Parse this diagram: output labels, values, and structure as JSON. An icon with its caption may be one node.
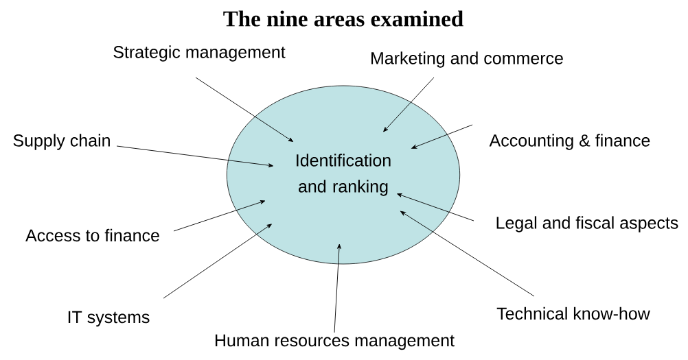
{
  "diagram": {
    "title": "The nine areas examined",
    "nodes": [
      {
        "text": [
          "Identification and ranking"
        ]
      },
      {
        "text": [
          "Strategic management"
        ]
      },
      {
        "text": [
          "Marketing and commerce"
        ]
      },
      {
        "text": [
          "Supply chain"
        ]
      },
      {
        "text": [
          "Accounting & finance"
        ]
      },
      {
        "text": [
          "Access to finance"
        ]
      },
      {
        "text": [
          "Legal and fiscal aspects"
        ]
      },
      {
        "text": [
          "IT systems"
        ]
      },
      {
        "text": [
          "Technical know-how"
        ]
      },
      {
        "text": [
          "Human resources management"
        ]
      }
    ],
    "edges": [
      {
        "from": 1,
        "to": 0,
        "arrow": "to"
      },
      {
        "from": 2,
        "to": 0,
        "arrow": "to"
      },
      {
        "from": 3,
        "to": 0,
        "arrow": "to"
      },
      {
        "from": 4,
        "to": 0,
        "arrow": "to"
      },
      {
        "from": 5,
        "to": 0,
        "arrow": "to"
      },
      {
        "from": 6,
        "to": 0,
        "arrow": "to"
      },
      {
        "from": 7,
        "to": 0,
        "arrow": "to"
      },
      {
        "from": 8,
        "to": 0,
        "arrow": "to"
      },
      {
        "from": 9,
        "to": 0,
        "arrow": "to"
      }
    ]
  }
}
